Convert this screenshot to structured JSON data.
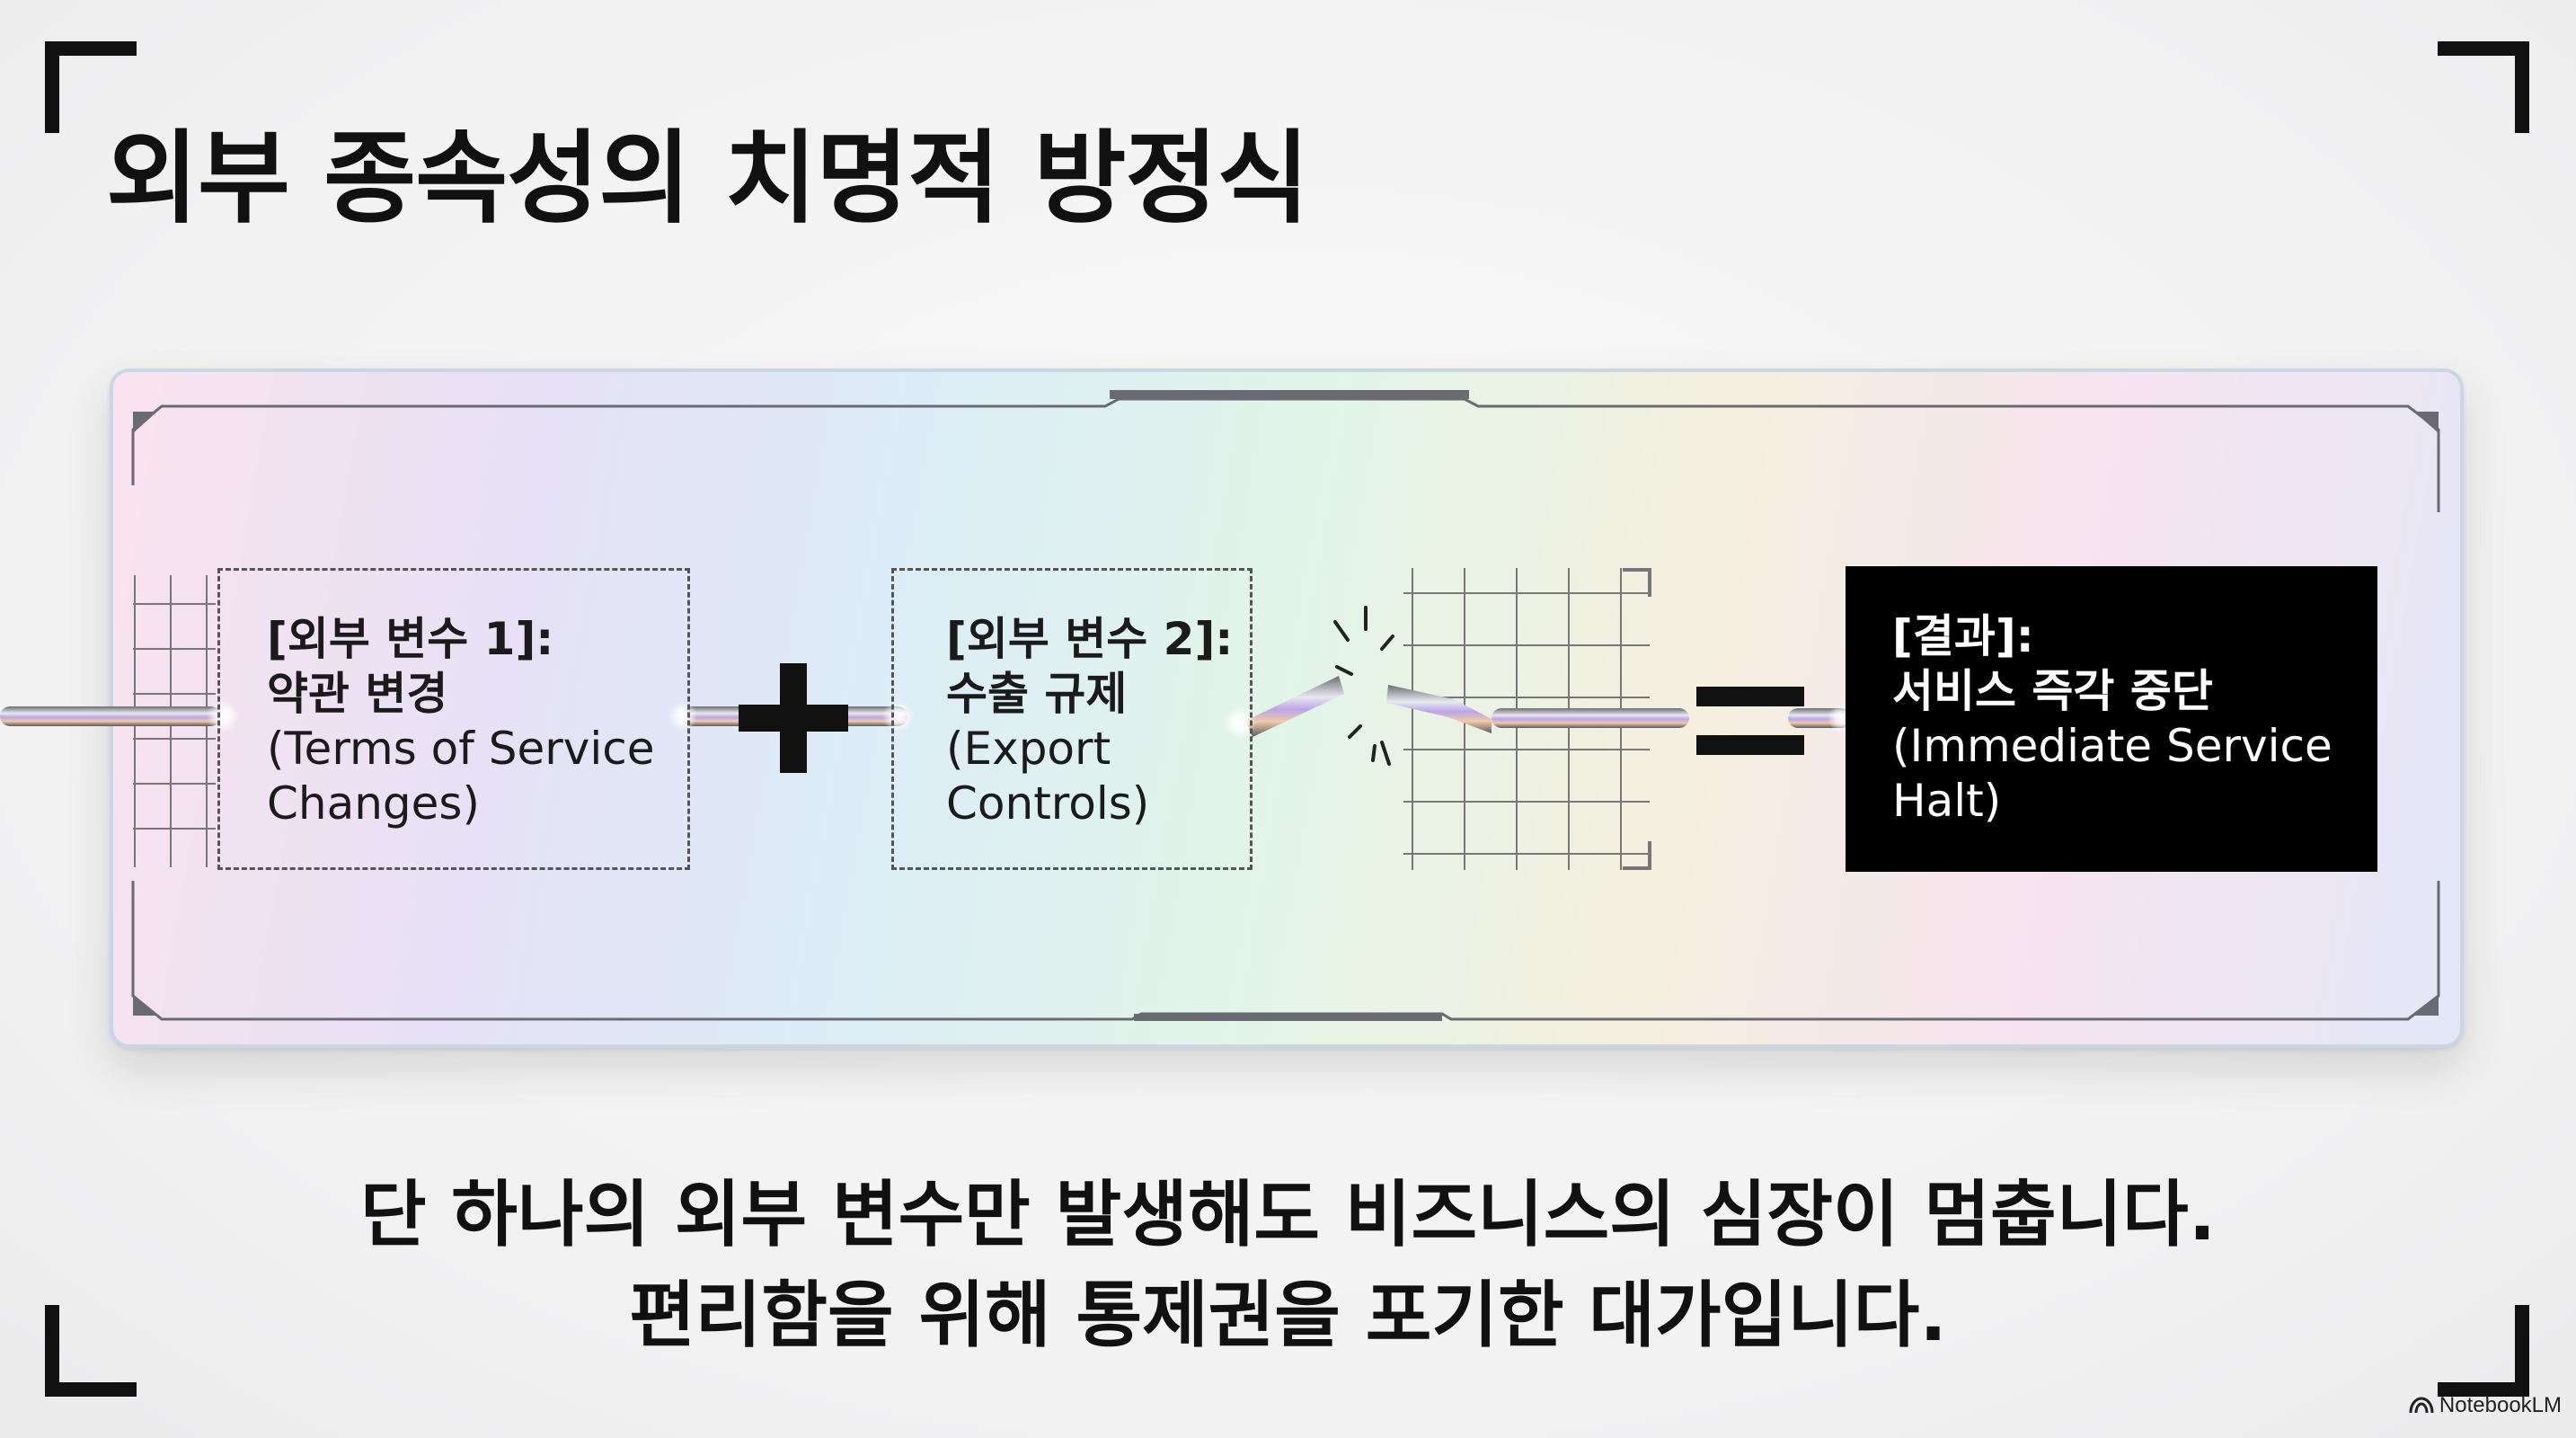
{
  "title": "외부 종속성의 치명적 방정식",
  "equation": {
    "variable1": {
      "label": "[외부 변수 1]:",
      "korean": "약관 변경",
      "english": "(Terms of Service Changes)"
    },
    "operator_plus": "+",
    "variable2": {
      "label": "[외부 변수 2]:",
      "korean": "수출 규제",
      "english": "(Export Controls)"
    },
    "operator_equals": "=",
    "result": {
      "label": "[결과]:",
      "korean": "서비스 즉각 중단",
      "english": "(Immediate Service Halt)"
    }
  },
  "footer": {
    "line1": "단 하나의 외부 변수만 발생해도 비즈니스의 심장이 멈춥니다.",
    "line2": "편리함을 위해 통제권을 포기한 대가입니다."
  },
  "brand": {
    "name": "NotebookLM",
    "icon": "notebooklm-logo-icon"
  },
  "colors": {
    "ink": "#111111",
    "result_bg": "#000000",
    "result_text": "#ffffff",
    "panel_border": "#c9d6e3"
  }
}
